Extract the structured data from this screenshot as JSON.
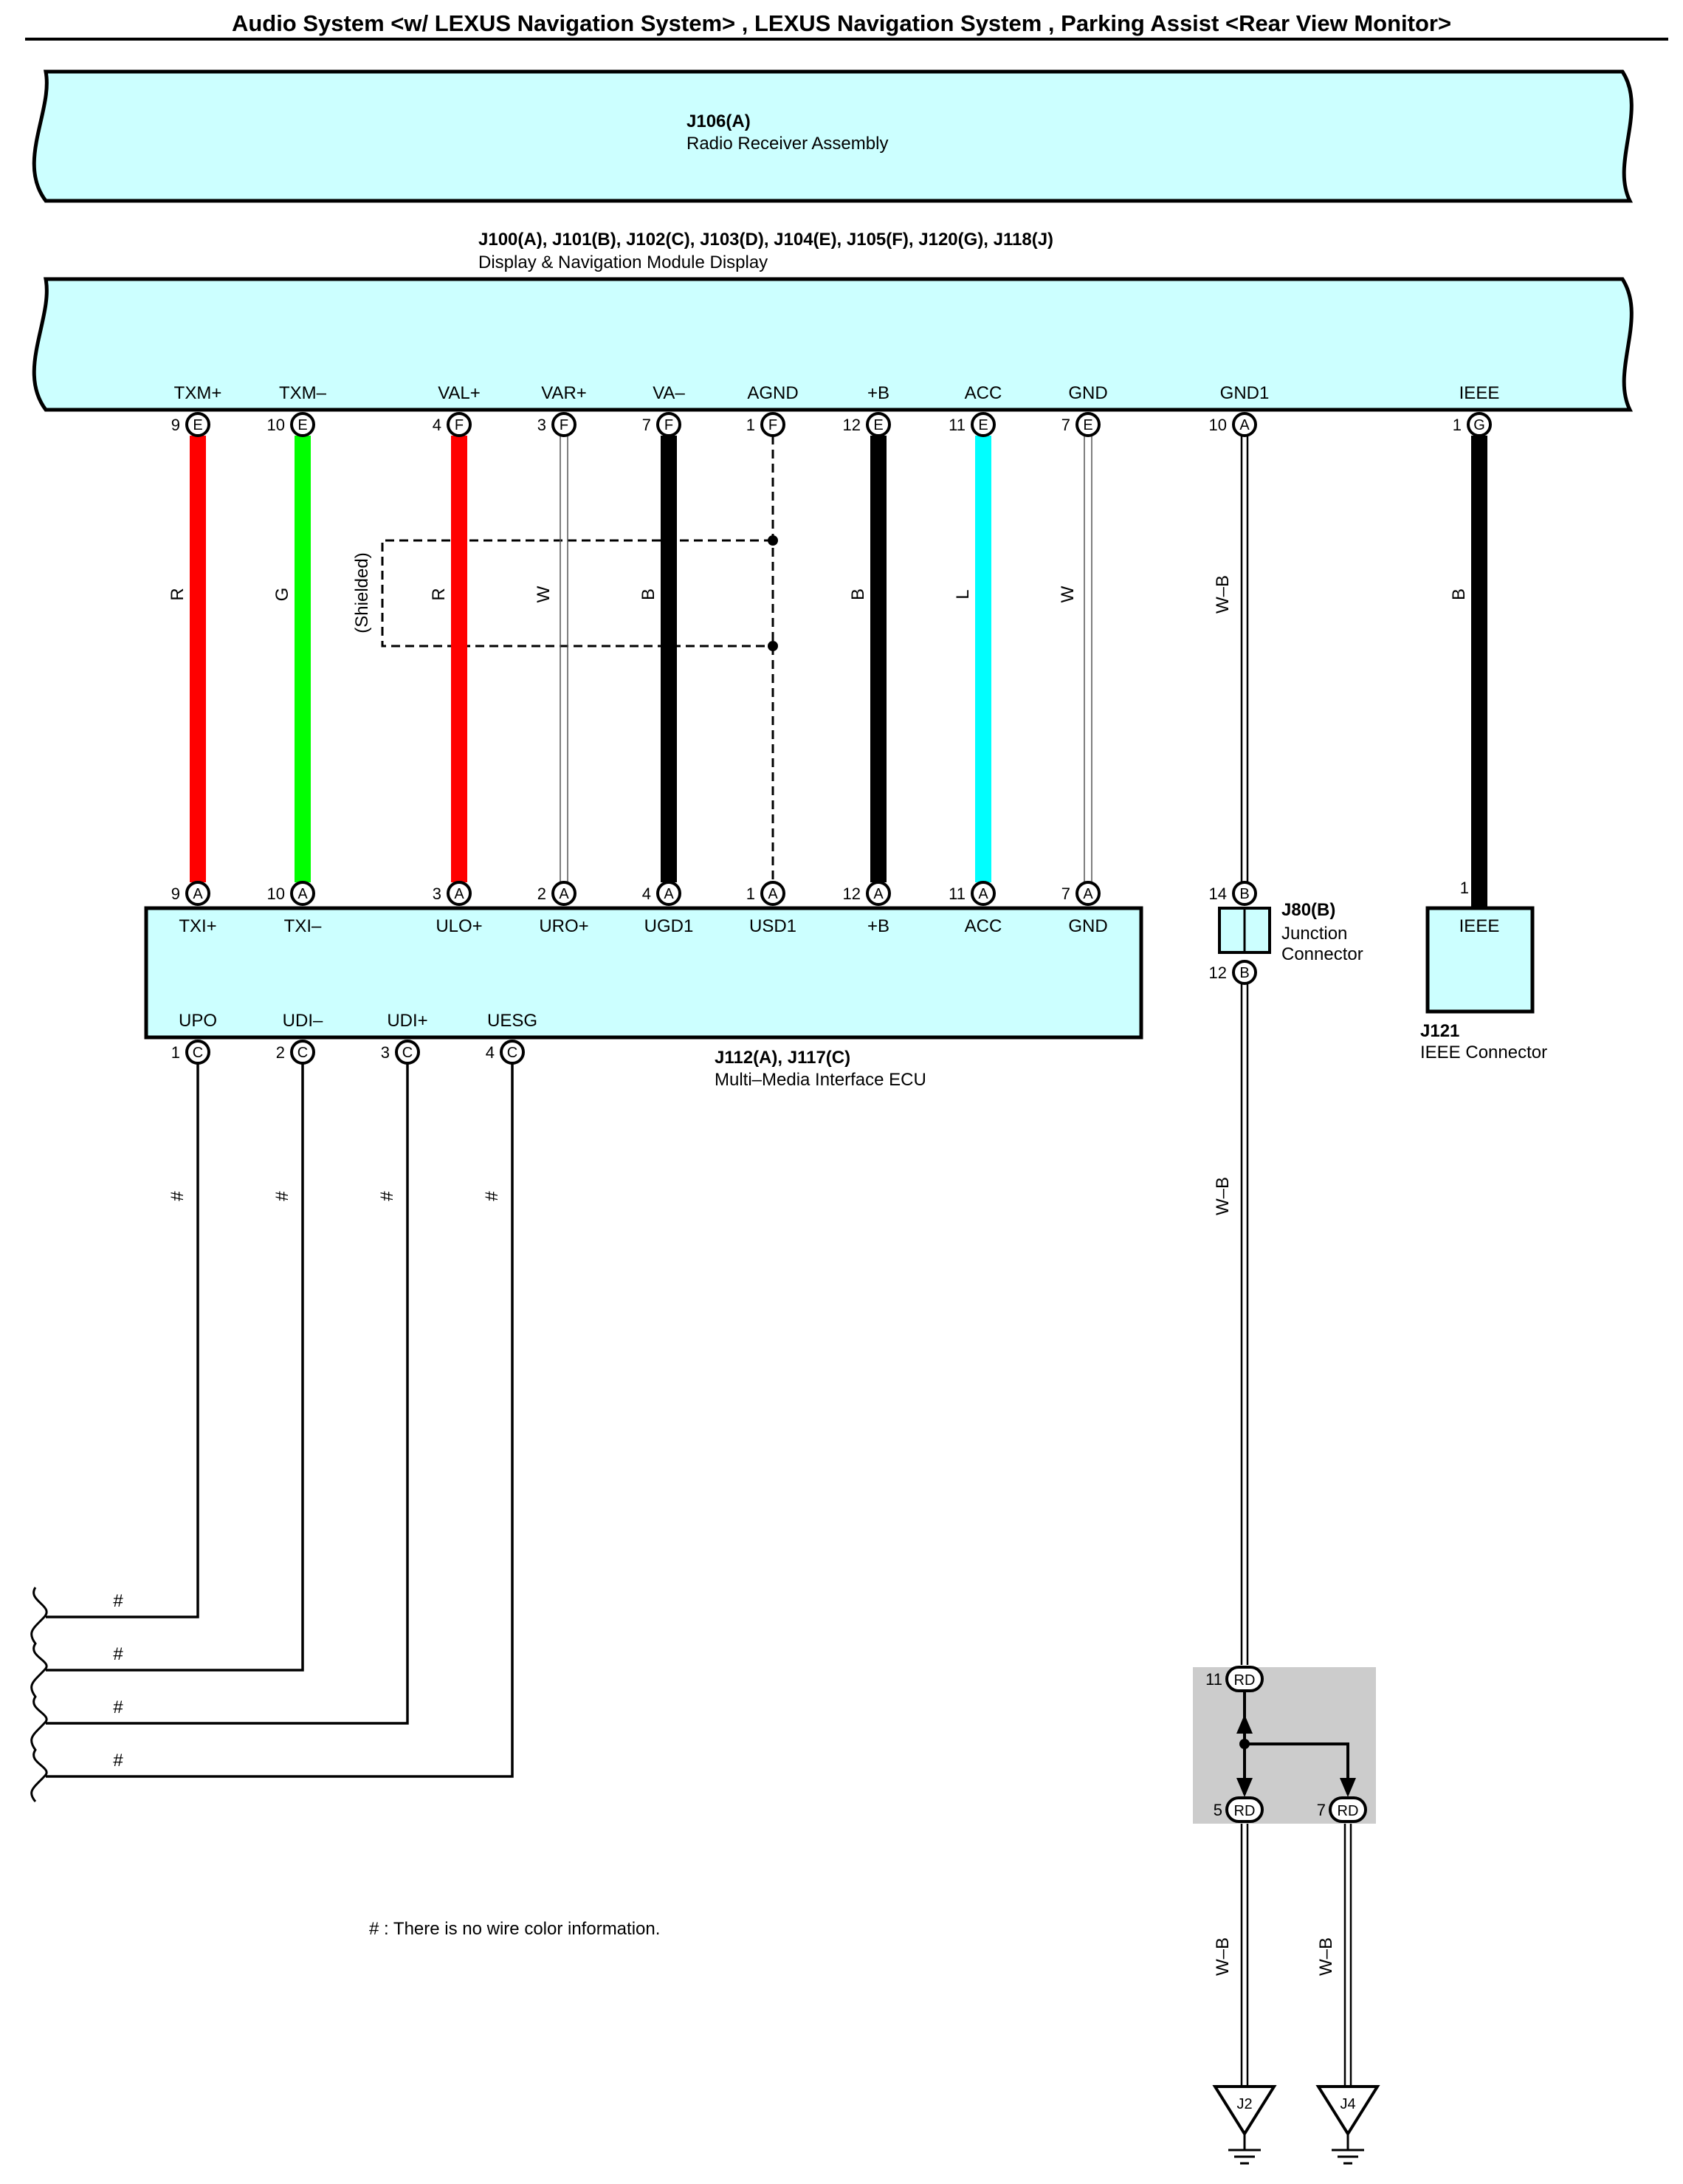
{
  "title": "Audio System <w/ LEXUS Navigation System> , LEXUS Navigation System , Parking Assist <Rear View Monitor>",
  "colors": {
    "body_fill": "#ccffff",
    "wire_red": "#ff0000",
    "wire_green": "#00ff00",
    "wire_black": "#000000",
    "wire_light_blue": "#00ffff",
    "junction_fill": "#cccccc"
  },
  "radio": {
    "code": "J106(A)",
    "name": "Radio Receiver Assembly"
  },
  "display": {
    "code": "J100(A), J101(B), J102(C), J103(D), J104(E), J105(F), J120(G), J118(J)",
    "name": "Display & Navigation Module Display"
  },
  "ecu": {
    "code": "J112(A), J117(C)",
    "name": "Multi–Media Interface ECU"
  },
  "junction_connector": {
    "code": "J80(B)",
    "name_line1": "Junction",
    "name_line2": "Connector"
  },
  "ieee_connector": {
    "code": "J121",
    "name": "IEEE Connector",
    "pin_label": "IEEE",
    "pin_num": "1"
  },
  "shield_label": "(Shielded)",
  "wires": [
    {
      "top_label": "TXM+",
      "top_pin": "9",
      "top_conn": "E",
      "color_code": "R",
      "bottom_pin": "9",
      "bottom_conn": "A",
      "bottom_label": "TXI+"
    },
    {
      "top_label": "TXM–",
      "top_pin": "10",
      "top_conn": "E",
      "color_code": "G",
      "bottom_pin": "10",
      "bottom_conn": "A",
      "bottom_label": "TXI–"
    },
    {
      "top_label": "VAL+",
      "top_pin": "4",
      "top_conn": "F",
      "color_code": "R",
      "bottom_pin": "3",
      "bottom_conn": "A",
      "bottom_label": "ULO+"
    },
    {
      "top_label": "VAR+",
      "top_pin": "3",
      "top_conn": "F",
      "color_code": "W",
      "bottom_pin": "2",
      "bottom_conn": "A",
      "bottom_label": "URO+"
    },
    {
      "top_label": "VA–",
      "top_pin": "7",
      "top_conn": "F",
      "color_code": "B",
      "bottom_pin": "4",
      "bottom_conn": "A",
      "bottom_label": "UGD1"
    },
    {
      "top_label": "AGND",
      "top_pin": "1",
      "top_conn": "F",
      "color_code": "",
      "bottom_pin": "1",
      "bottom_conn": "A",
      "bottom_label": "USD1"
    },
    {
      "top_label": "+B",
      "top_pin": "12",
      "top_conn": "E",
      "color_code": "B",
      "bottom_pin": "12",
      "bottom_conn": "A",
      "bottom_label": "+B"
    },
    {
      "top_label": "ACC",
      "top_pin": "11",
      "top_conn": "E",
      "color_code": "L",
      "bottom_pin": "11",
      "bottom_conn": "A",
      "bottom_label": "ACC"
    },
    {
      "top_label": "GND",
      "top_pin": "7",
      "top_conn": "E",
      "color_code": "W",
      "bottom_pin": "7",
      "bottom_conn": "A",
      "bottom_label": "GND"
    }
  ],
  "gnd1": {
    "top_label": "GND1",
    "top_pin": "10",
    "top_conn": "A",
    "color_code": "W–B",
    "jc_in_pin": "14",
    "jc_in_conn": "B",
    "jc_out_pin": "12",
    "jc_out_conn": "B",
    "color_code2": "W–B"
  },
  "ieee": {
    "top_label": "IEEE",
    "top_pin": "1",
    "top_conn": "G",
    "color_code": "B"
  },
  "ecu_bottom": [
    {
      "label": "UPO",
      "pin": "1",
      "conn": "C",
      "color_code": "#"
    },
    {
      "label": "UDI–",
      "pin": "2",
      "conn": "C",
      "color_code": "#"
    },
    {
      "label": "UDI+",
      "pin": "3",
      "conn": "C",
      "color_code": "#"
    },
    {
      "label": "UESG",
      "pin": "4",
      "conn": "C",
      "color_code": "#"
    }
  ],
  "splice": {
    "in_pin": "11",
    "out1_pin": "5",
    "out2_pin": "7",
    "conn": "RD",
    "out1_color": "W–B",
    "out2_color": "W–B",
    "ground1": "J2",
    "ground2": "J4"
  },
  "note": "# : There is no wire color information."
}
